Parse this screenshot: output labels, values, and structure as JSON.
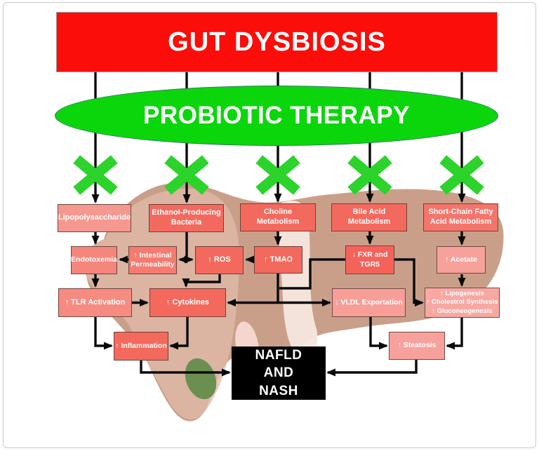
{
  "banner": {
    "label": "GUT DYSBIOSIS"
  },
  "therapy": {
    "label": "PROBIOTIC THERAPY"
  },
  "cross_icon": {
    "name": "green-x-block",
    "count": 5
  },
  "nodes": {
    "lps": {
      "label": "Lipopolysaccharide",
      "color": "#f5988f"
    },
    "ethanol": {
      "label": "Ethanol-Producing\nBacteria",
      "color": "#f4695e"
    },
    "choline": {
      "label": "Choline\nMetabolism",
      "color": "#f4695e"
    },
    "bileacid": {
      "label": "Bile Acid\nMetabolism",
      "color": "#f4695e"
    },
    "scfa": {
      "label": "Short-Chain Fatty\nAcid Metabolism",
      "color": "#f4756b"
    },
    "endotoxemia": {
      "label": "Endotoxemia",
      "color": "#f5867c"
    },
    "permeability": {
      "label": "↑ Intestinal\nPermeability",
      "color": "#f57a70"
    },
    "ros": {
      "label": "↑ ROS",
      "color": "#f4695e"
    },
    "tmao": {
      "label": "↑ TMAO",
      "color": "#f4695e"
    },
    "fxr": {
      "label": "↓ FXR and\nTGR5",
      "color": "#f4635a"
    },
    "acetate": {
      "label": "↑ Acetate",
      "color": "#f7a19b"
    },
    "tlr": {
      "label": "↑ TLR Activation",
      "color": "#f68b81"
    },
    "cytokines": {
      "label": "↑ Cytokines",
      "color": "#f4695e"
    },
    "vldl": {
      "label": "↓ VLDL Exportation",
      "color": "#f79e98"
    },
    "lipogenesis": {
      "label": "↑ Lipogenesis\n↑ Cholestrol Synthesis\n↑ Gluconeogenesis",
      "color": "#f8a8a2"
    },
    "inflammation": {
      "label": "↑ Inflammation",
      "color": "#f4695e"
    },
    "steatosis": {
      "label": "↑ Steatosis",
      "color": "#f8a19c"
    },
    "outcome": {
      "label": "NAFLD\nAND\nNASH",
      "color": "#000000"
    }
  },
  "edges": [
    "gut-dysbiosis->lipopolysaccharide (blocked by probiotic therapy)",
    "gut-dysbiosis->ethanol-producing-bacteria (blocked by probiotic therapy)",
    "gut-dysbiosis->choline-metabolism (blocked by probiotic therapy)",
    "gut-dysbiosis->bile-acid-metabolism (blocked by probiotic therapy)",
    "gut-dysbiosis->short-chain-fatty-acid-metabolism (blocked by probiotic therapy)",
    "lipopolysaccharide->endotoxemia",
    "ethanol-producing-bacteria->intestinal-permeability",
    "ethanol-producing-bacteria->ros",
    "intestinal-permeability->endotoxemia",
    "choline-metabolism->tmao",
    "tmao->ros",
    "bile-acid-metabolism->fxr-and-tgr5",
    "short-chain-fatty-acid-metabolism->acetate",
    "endotoxemia->tlr-activation",
    "ros->cytokines",
    "tlr-activation->cytokines",
    "tmao->cytokines",
    "fxr-and-tgr5->cytokines",
    "tmao->vldl-exportation",
    "fxr-and-tgr5->vldl-exportation",
    "fxr-and-tgr5->lipogenesis-cholestrol-gluconeogenesis",
    "acetate->lipogenesis-cholestrol-gluconeogenesis",
    "tlr-activation->inflammation",
    "cytokines->inflammation",
    "vldl-exportation->steatosis",
    "lipogenesis-cholestrol-gluconeogenesis->steatosis",
    "inflammation->nafld-and-nash",
    "steatosis->nafld-and-nash"
  ],
  "palette": {
    "banner_red": "#fb0d09",
    "therapy_green": "#0bd60b",
    "cross_green": "#2bd32b",
    "arrow_black": "#0a0a0a",
    "liver_tan": "#c6977f",
    "liver_light_lobe": "#e0baa9",
    "liver_pale_band": "#f4e7df",
    "gallbladder_green": "#6b8f50",
    "outcome_black": "#000000"
  }
}
